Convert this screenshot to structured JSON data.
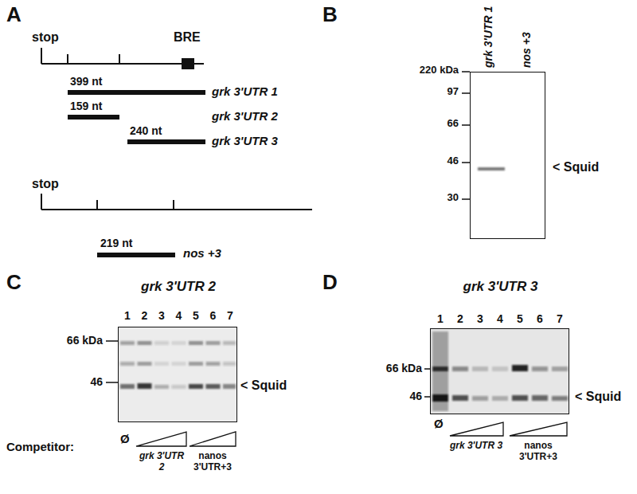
{
  "diagram": {
    "nodes": [
      {
        "text": [
          "grk 3'UTR 1",
          "nos +3"
        ]
      },
      {
        "text": [
          "grk 3'UTR 2"
        ]
      },
      {
        "text": [
          "grk 3'UTR 3"
        ]
      }
    ],
    "labels": [
      "A",
      "stop",
      "BRE",
      "399 nt",
      "grk 3'UTR 1",
      "159 nt",
      "grk 3'UTR 2",
      "240 nt",
      "grk 3'UTR 3",
      "stop",
      "219 nt",
      "nos +3",
      "B",
      "220 kDa",
      "97",
      "66",
      "46",
      "30",
      "< Squid",
      "C",
      "1",
      "2",
      "3",
      "4",
      "5",
      "6",
      "7",
      "66 kDa",
      "46",
      "< Squid",
      "Competitor:",
      "Ø",
      "grk 3'UTR 2",
      "nanos 3'UTR+3",
      "D",
      "1",
      "2",
      "3",
      "4",
      "5",
      "6",
      "7",
      "66 kDa",
      "46",
      "< Squid",
      "Ø",
      "grk 3'UTR 3",
      "nanos 3'UTR+3"
    ]
  }
}
